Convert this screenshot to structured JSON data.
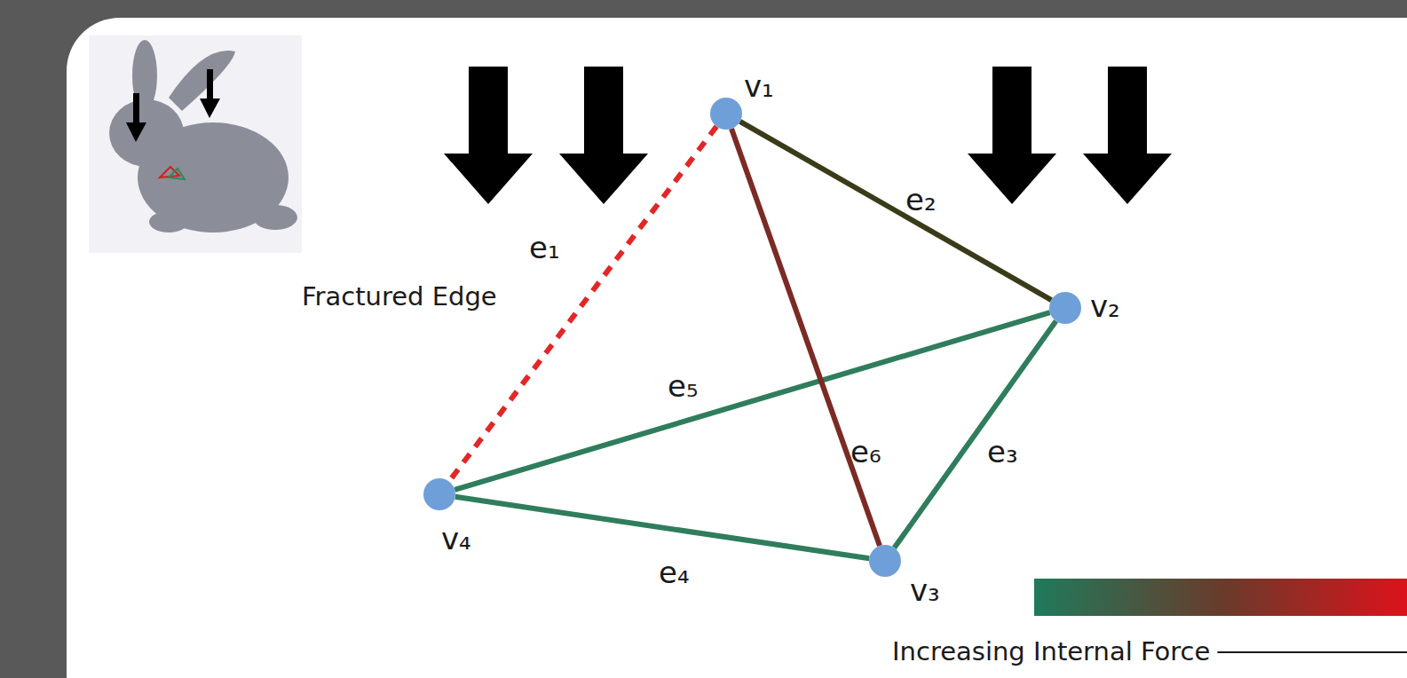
{
  "diagram": {
    "nodes": [
      {
        "text": [
          "v₁"
        ]
      },
      {
        "text": [
          "v₂"
        ]
      },
      {
        "text": [
          "v₃"
        ]
      },
      {
        "text": [
          "v₄"
        ]
      }
    ],
    "edges": [
      {
        "from": 0,
        "to": 3,
        "arrow": "none",
        "label": "e₁"
      },
      {
        "from": 0,
        "to": 1,
        "arrow": "none",
        "label": "e₂"
      },
      {
        "from": 1,
        "to": 2,
        "arrow": "none",
        "label": "e₃"
      },
      {
        "from": 3,
        "to": 2,
        "arrow": "none",
        "label": "e₄"
      },
      {
        "from": 3,
        "to": 1,
        "arrow": "none",
        "label": "e₅"
      },
      {
        "from": 0,
        "to": 2,
        "arrow": "none",
        "label": "e₆"
      }
    ],
    "labels": [
      "Fractured Edge"
    ],
    "legend": [
      {
        "text": "Increasing Internal Force"
      }
    ]
  }
}
